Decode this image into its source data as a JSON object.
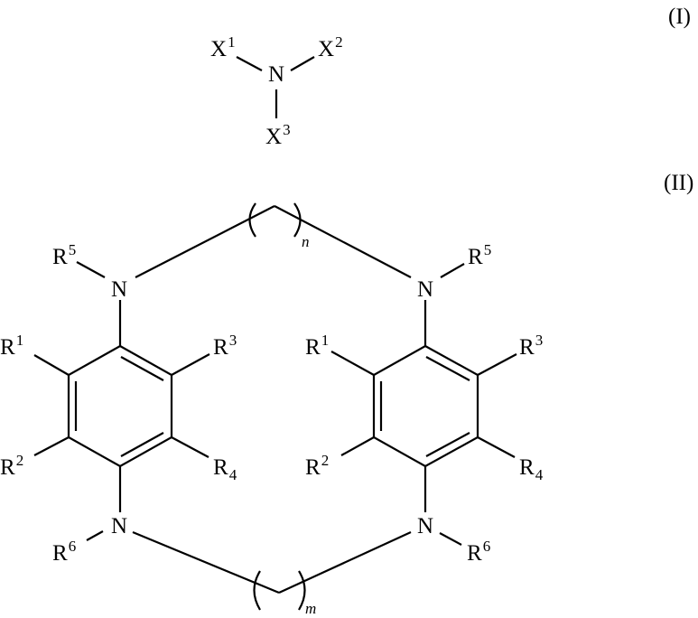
{
  "formula_I": {
    "label": "(I)",
    "center_atom": "N",
    "substituents": [
      {
        "sym": "X",
        "num": "1"
      },
      {
        "sym": "X",
        "num": "2"
      },
      {
        "sym": "X",
        "num": "3"
      }
    ]
  },
  "formula_II": {
    "label": "(II)",
    "atom_N": "N",
    "top_linker_index": "n",
    "bottom_linker_index": "m",
    "left_ring": {
      "R5": {
        "sym": "R",
        "num": "5"
      },
      "R1": {
        "sym": "R",
        "num": "1"
      },
      "R2": {
        "sym": "R",
        "num": "2"
      },
      "R3": {
        "sym": "R",
        "num": "3"
      },
      "R4": {
        "sym": "R",
        "num": "4"
      },
      "R6": {
        "sym": "R",
        "num": "6"
      }
    },
    "right_ring": {
      "R5": {
        "sym": "R",
        "num": "5"
      },
      "R1": {
        "sym": "R",
        "num": "1"
      },
      "R2": {
        "sym": "R",
        "num": "2"
      },
      "R3": {
        "sym": "R",
        "num": "3"
      },
      "R4": {
        "sym": "R",
        "num": "4"
      },
      "R6": {
        "sym": "R",
        "num": "6"
      }
    }
  }
}
